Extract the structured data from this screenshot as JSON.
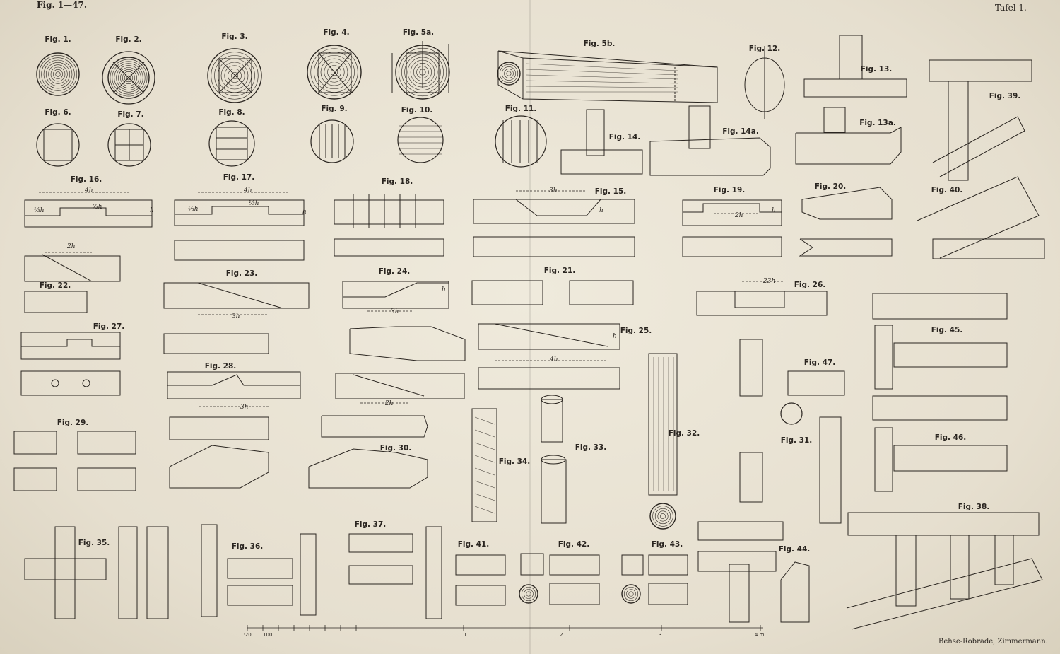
{
  "header": {
    "figure_range": "Fig. 1—47.",
    "plate_number": "Tafel 1."
  },
  "footer": {
    "publisher": "Behse-Robrade, Zimmermann."
  },
  "figure_labels": [
    "Fig. 1.",
    "Fig. 2.",
    "Fig. 3.",
    "Fig. 4.",
    "Fig. 5a.",
    "Fig. 5b.",
    "Fig. 6.",
    "Fig. 7.",
    "Fig. 8.",
    "Fig. 9.",
    "Fig. 10.",
    "Fig. 11.",
    "Fig. 12.",
    "Fig. 13.",
    "Fig. 13a.",
    "Fig. 14.",
    "Fig. 14a.",
    "Fig. 15.",
    "Fig. 16.",
    "Fig. 17.",
    "Fig. 18.",
    "Fig. 19.",
    "Fig. 20.",
    "Fig. 21.",
    "Fig. 22.",
    "Fig. 23.",
    "Fig. 24.",
    "Fig. 25.",
    "Fig. 26.",
    "Fig. 27.",
    "Fig. 28.",
    "Fig. 29.",
    "Fig. 30.",
    "Fig. 31.",
    "Fig. 32.",
    "Fig. 33.",
    "Fig. 34.",
    "Fig. 35.",
    "Fig. 36.",
    "Fig. 37.",
    "Fig. 38.",
    "Fig. 39.",
    "Fig. 40.",
    "Fig. 41.",
    "Fig. 42.",
    "Fig. 43.",
    "Fig. 44.",
    "Fig. 45.",
    "Fig. 46.",
    "Fig. 47."
  ],
  "dimension_labels": [
    "4h",
    "4h",
    "2h",
    "3h",
    "3h",
    "3h",
    "2h",
    "3h",
    "2h",
    "23h",
    "4h",
    "⅓h",
    "⅔h",
    "⅓h",
    "⅓h",
    "h",
    "h",
    "h",
    "h",
    "h",
    "h"
  ],
  "scale_bar": [
    "1:20",
    "100",
    "1",
    "2",
    "3",
    "4 m"
  ],
  "colors": {
    "paper": "#e9e3d4",
    "ink": "#2a2520"
  }
}
